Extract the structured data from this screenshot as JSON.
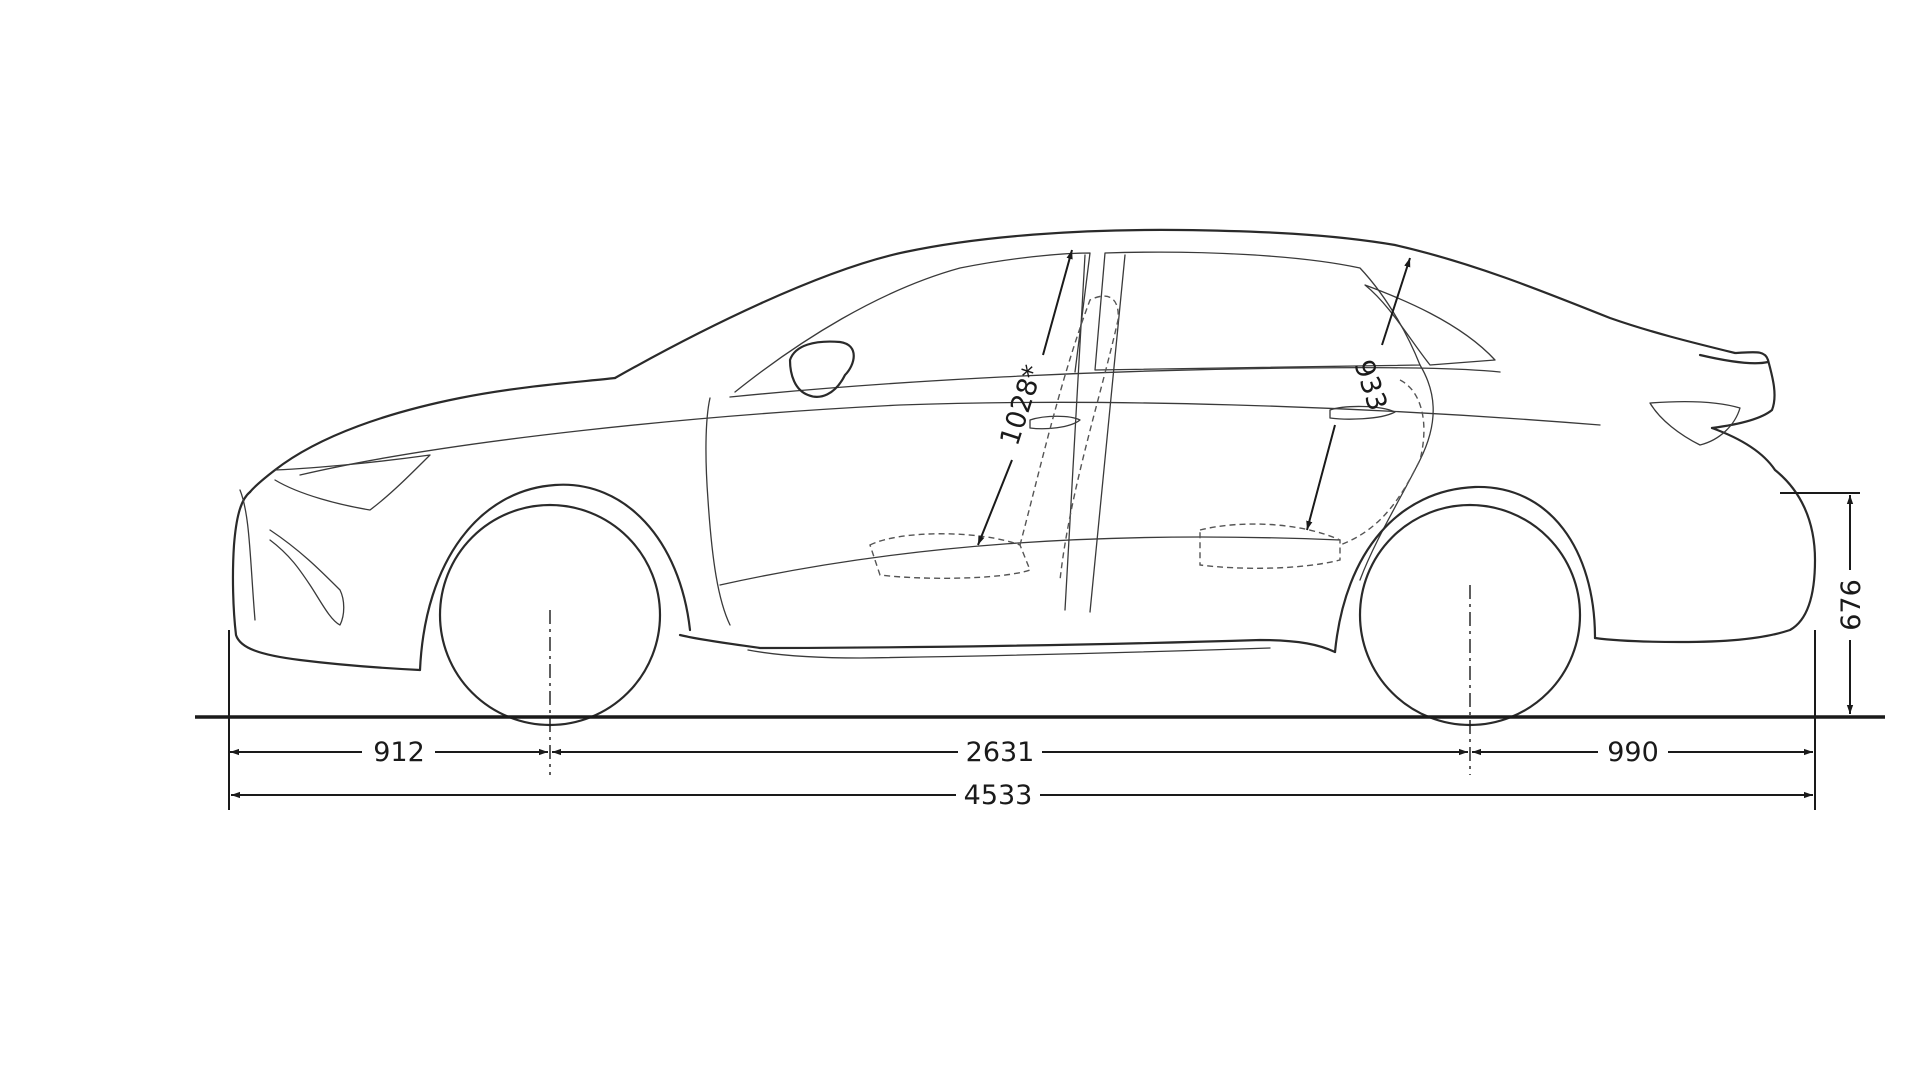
{
  "diagram": {
    "line_color": "#1a1a1a",
    "background": "#ffffff",
    "dimensions": {
      "front_overhang": "912",
      "wheelbase": "2631",
      "rear_overhang": "990",
      "overall_length": "4533",
      "rear_height": "676",
      "front_headroom": "1028*",
      "rear_headroom": "933"
    }
  }
}
